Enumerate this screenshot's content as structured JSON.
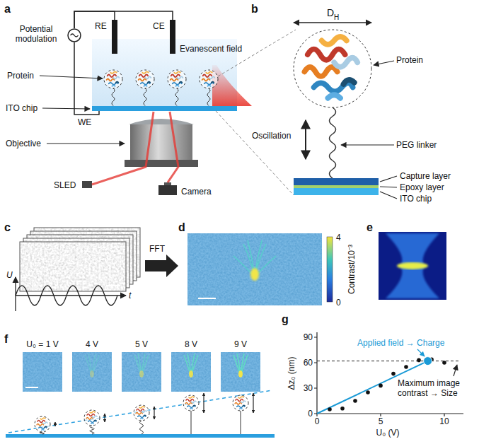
{
  "diagram": {
    "nodes": [
      {
        "text": [
          "Potential modulation"
        ]
      },
      {
        "text": [
          "RE"
        ]
      },
      {
        "text": [
          "CE"
        ]
      }
    ],
    "edges": [
      {
        "from": 0,
        "to": 1,
        "arrow": "none"
      },
      {
        "from": 0,
        "to": 2,
        "arrow": "none"
      }
    ],
    "labels": [
      "a",
      "Protein",
      "ITO chip",
      "WE",
      "Objective",
      "SLED",
      "Camera",
      "Evanescent field",
      "b",
      "D",
      "H",
      "Protein",
      "Oscillation",
      "PEG linker",
      "Capture layer",
      "Epoxy layer",
      "ITO chip",
      "c",
      "U",
      "t",
      "FFT",
      "d",
      "4",
      "Contrast/10⁻³",
      "0",
      "e",
      "f",
      "U₀ = 1 V",
      "4 V",
      "5 V",
      "8 V",
      "9 V",
      "g",
      "Applied field → Charge",
      "Maximum image contrast → Size",
      "Δz₀ (nm)",
      "U₀ (V)",
      "0",
      "30",
      "60",
      "90",
      "0",
      "5",
      "10"
    ]
  }
}
